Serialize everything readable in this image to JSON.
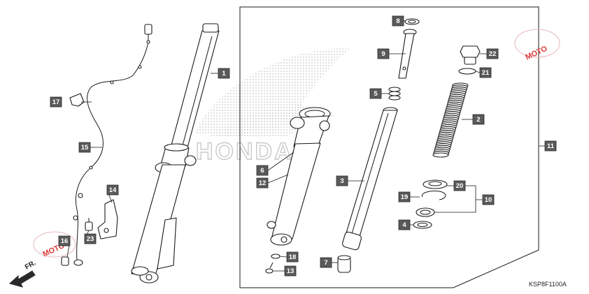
{
  "diagram": {
    "code": "KSP8F1100A",
    "direction_label": "FR.",
    "watermark_text": "HONDA",
    "logo_text": "MOTO",
    "callouts": [
      "1",
      "2",
      "3",
      "4",
      "5",
      "6",
      "7",
      "8",
      "9",
      "10",
      "11",
      "12",
      "13",
      "14",
      "15",
      "16",
      "17",
      "18",
      "19",
      "20",
      "21",
      "22",
      "23"
    ]
  },
  "colors": {
    "label_fill": "#5a5a5a",
    "line": "#1a1a1a",
    "watermark": "#c9c9c9",
    "logo_red": "#d93a3a"
  }
}
